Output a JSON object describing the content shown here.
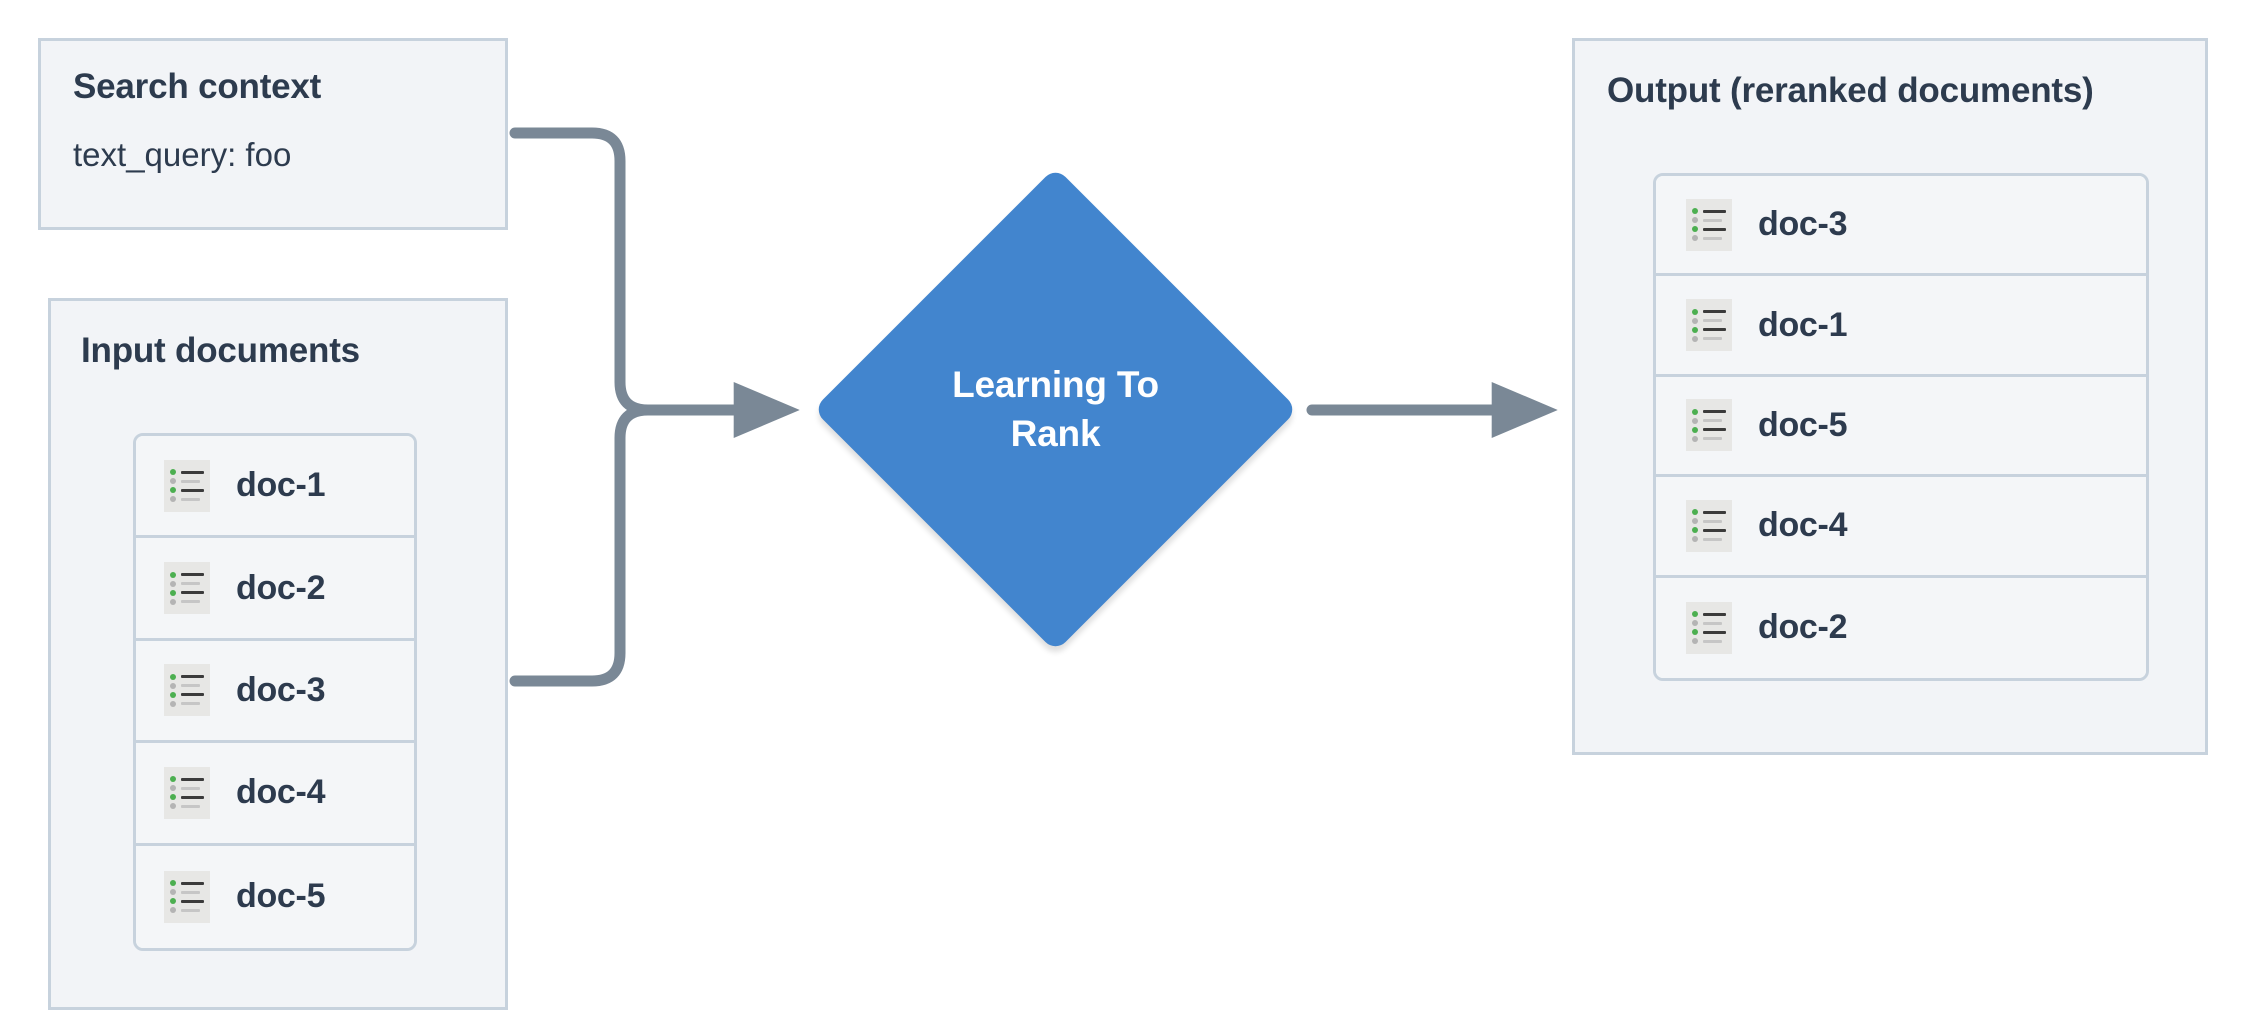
{
  "diagram": {
    "title": "Learning To Rank reranking flow",
    "colors": {
      "panel_fill": "#f2f4f7",
      "panel_border": "#c7d2dd",
      "text": "#2d3b4e",
      "node_blue": "#4285ce",
      "connector_gray": "#7a8896",
      "icon_bullet_active": "#4caf50",
      "icon_bullet_inactive": "#b4b4b4"
    }
  },
  "search_context": {
    "title": "Search context",
    "query_line": "text_query: foo"
  },
  "input_documents": {
    "title": "Input documents",
    "items": [
      {
        "label": "doc-1",
        "icon": "document-list-icon"
      },
      {
        "label": "doc-2",
        "icon": "document-list-icon"
      },
      {
        "label": "doc-3",
        "icon": "document-list-icon"
      },
      {
        "label": "doc-4",
        "icon": "document-list-icon"
      },
      {
        "label": "doc-5",
        "icon": "document-list-icon"
      }
    ]
  },
  "model_node": {
    "label_line1": "Learning To",
    "label_line2": "Rank",
    "shape": "diamond"
  },
  "output_documents": {
    "title": "Output (reranked documents)",
    "items": [
      {
        "label": "doc-3",
        "icon": "document-list-icon"
      },
      {
        "label": "doc-1",
        "icon": "document-list-icon"
      },
      {
        "label": "doc-5",
        "icon": "document-list-icon"
      },
      {
        "label": "doc-4",
        "icon": "document-list-icon"
      },
      {
        "label": "doc-2",
        "icon": "document-list-icon"
      }
    ]
  },
  "connectors": [
    {
      "name": "search-context-to-model",
      "from": "search_context",
      "to": "model_node",
      "arrow": true
    },
    {
      "name": "input-documents-to-model",
      "from": "input_documents",
      "to": "model_node",
      "arrow": true
    },
    {
      "name": "model-to-output",
      "from": "model_node",
      "to": "output_documents",
      "arrow": true
    }
  ]
}
